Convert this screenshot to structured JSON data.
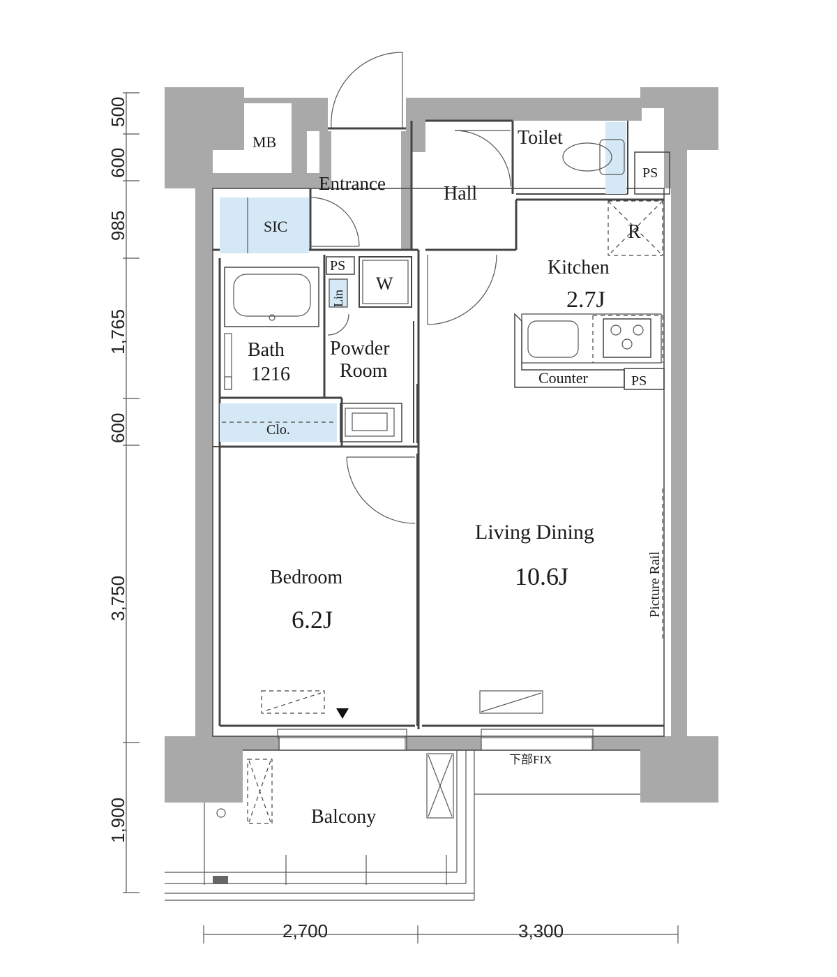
{
  "rooms": {
    "mb": "MB",
    "entrance": "Entrance",
    "hall": "Hall",
    "toilet": "Toilet",
    "ps_toilet": "PS",
    "sic": "SIC",
    "ps_small": "PS",
    "w": "W",
    "lin": "Lin",
    "r": "R",
    "kitchen": "Kitchen",
    "kitchen_size": "2.7J",
    "bath": "Bath",
    "bath_size": "1216",
    "powder_1": "Powder",
    "powder_2": "Room",
    "counter": "Counter",
    "ps_counter": "PS",
    "clo": "Clo.",
    "living": "Living Dining",
    "living_size": "10.6J",
    "picture_rail": "Picture Rail",
    "bedroom": "Bedroom",
    "bedroom_size": "6.2J",
    "balcony": "Balcony",
    "fix_note": "下部FIX"
  },
  "dimensions": {
    "vertical": [
      "500",
      "600",
      "985",
      "1,765",
      "600",
      "3,750",
      "1,900"
    ],
    "horizontal": [
      "2,700",
      "3,300"
    ]
  },
  "colors": {
    "wall": "#a9a9a9",
    "wet_area": "#d5e8f5"
  }
}
